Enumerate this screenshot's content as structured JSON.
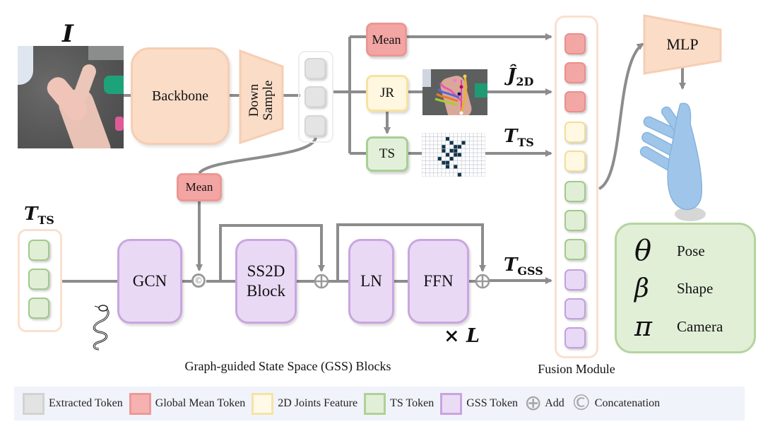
{
  "figure": {
    "input_label": "I",
    "backbone_label": "Backbone",
    "downsample_label": "Down Sample",
    "mean_top_label": "Mean",
    "jr_label": "JR",
    "ts_label": "TS",
    "j2d_label": "Ĵ",
    "j2d_sub": "2D",
    "tts_label": "T",
    "tts_sub": "TS",
    "mean_gss_label": "Mean",
    "tts_left_label": "T",
    "tts_left_sub": "TS",
    "gcn_label": "GCN",
    "concat_symbol": "©",
    "ss2d_label_line1": "SS2D",
    "ss2d_label_line2": "Block",
    "ln_label": "LN",
    "ffn_label": "FFN",
    "times_l": "× L",
    "tgss_label": "T",
    "tgss_sub": "GSS",
    "gss_caption": "Graph-guided State Space (GSS) Blocks",
    "fusion_caption": "Fusion Module",
    "mlp_label": "MLP",
    "outputs": [
      {
        "symbol": "θ",
        "label": "Pose"
      },
      {
        "symbol": "β",
        "label": "Shape"
      },
      {
        "symbol": "π",
        "label": "Camera"
      }
    ],
    "fusion_tokens": [
      "red",
      "red",
      "red",
      "yellow",
      "yellow",
      "green",
      "green",
      "green",
      "purple",
      "purple",
      "purple"
    ]
  },
  "legend": [
    {
      "label": "Extracted Token",
      "fill": "#e3e3e3",
      "stroke": "#d2d2d2"
    },
    {
      "label": "Global Mean Token",
      "fill": "#f6b2b0",
      "stroke": "#ec9a97"
    },
    {
      "label": "2D Joints Feature",
      "fill": "#fff9e8",
      "stroke": "#f6e3a4"
    },
    {
      "label": "TS Token",
      "fill": "#e2efd8",
      "stroke": "#aed296"
    },
    {
      "label": "GSS Token",
      "fill": "#ebdcf6",
      "stroke": "#c9a4e0"
    },
    {
      "label": "Add",
      "symbol": "⊕"
    },
    {
      "label": "Concatenation",
      "symbol": "©"
    }
  ]
}
